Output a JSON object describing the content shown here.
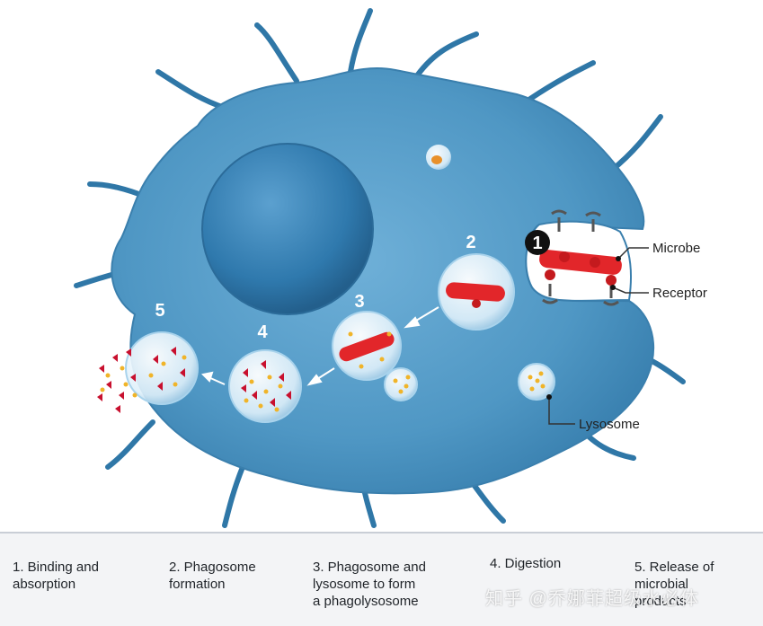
{
  "diagram": {
    "step_numbers": [
      "1",
      "2",
      "3",
      "4",
      "5"
    ],
    "callouts": {
      "microbe": "Microbe",
      "receptor": "Receptor",
      "lysosome": "Lysosome"
    }
  },
  "legend": {
    "steps": [
      {
        "text": "1. Binding and\nabsorption"
      },
      {
        "text": "2. Phagosome\nformation"
      },
      {
        "text": "3. Phagosome and\nlysosome to form\na phagolysosome"
      },
      {
        "text": "4. Digestion"
      },
      {
        "text": "5. Release of\nmicrobial\nproducts"
      }
    ]
  },
  "watermark": "知乎 @乔娜菲超级水必体",
  "colors": {
    "cell_body": "#4f97c4",
    "cell_dark": "#2d6f9c",
    "nucleus": "#3a86b8",
    "microbe": "#e2262a",
    "lysosome_granule": "#f0b429",
    "fragment_red": "#c8102e",
    "legend_bg": "#f3f4f6"
  }
}
